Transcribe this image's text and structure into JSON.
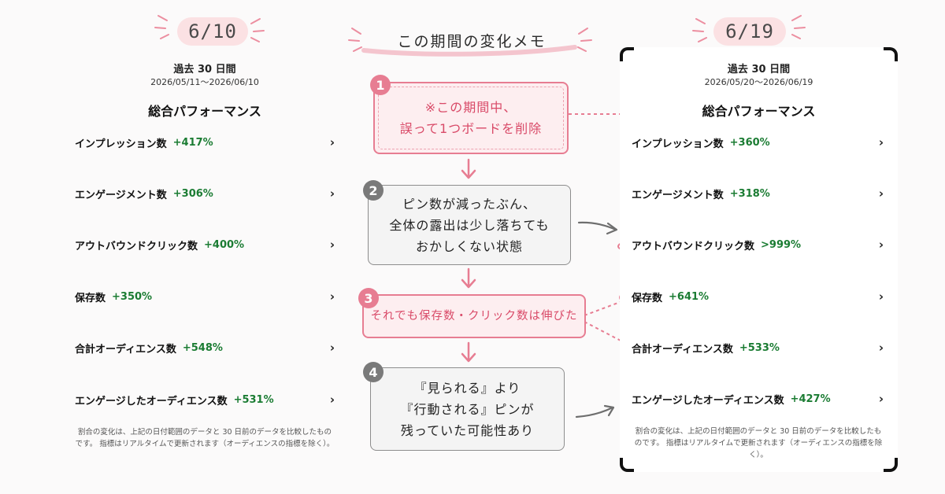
{
  "left": {
    "date_tag": "6/10",
    "range_label": "過去 30 日間",
    "range_dates": "2026/05/11～2026/06/10",
    "section_title": "総合パフォーマンス",
    "metrics": [
      {
        "name": "インプレッション数",
        "value": "+417%"
      },
      {
        "name": "エンゲージメント数",
        "value": "+306%"
      },
      {
        "name": "アウトバウンドクリック数",
        "value": "+400%"
      },
      {
        "name": "保存数",
        "value": "+350%"
      },
      {
        "name": "合計オーディエンス数",
        "value": "+548%"
      },
      {
        "name": "エンゲージしたオーディエンス数",
        "value": "+531%"
      }
    ],
    "footnote": "割合の変化は、上記の日付範囲のデータと 30 日前のデータを比較したものです。 指標はリアルタイムで更新されます（オーディエンスの指標を除く）。"
  },
  "right": {
    "date_tag": "6/19",
    "range_label": "過去 30 日間",
    "range_dates": "2026/05/20～2026/06/19",
    "section_title": "総合パフォーマンス",
    "metrics": [
      {
        "name": "インプレッション数",
        "value": "+360%"
      },
      {
        "name": "エンゲージメント数",
        "value": "+318%"
      },
      {
        "name": "アウトバウンドクリック数",
        "value": ">999%"
      },
      {
        "name": "保存数",
        "value": "+641%"
      },
      {
        "name": "合計オーディエンス数",
        "value": "+533%"
      },
      {
        "name": "エンゲージしたオーディエンス数",
        "value": "+427%"
      }
    ],
    "footnote": "割合の変化は、上記の日付範囲のデータと 30 日前のデータを比較したものです。 指標はリアルタイムで更新されます（オーディエンスの指標を除く）。"
  },
  "memo": {
    "title": "この期間の変化メモ",
    "steps": [
      {
        "number": "1",
        "text": "※この期間中、\n誤って1つボードを削除"
      },
      {
        "number": "2",
        "text": "ピン数が減ったぶん、\n全体の露出は少し落ちても\nおかしくない状態"
      },
      {
        "number": "3",
        "text": "それでも保存数・クリック数は伸びた"
      },
      {
        "number": "4",
        "text": "『見られる』より\n『行動される』ピンが\n残っていた可能性あり"
      }
    ]
  },
  "colors": {
    "accent_pink": "#e77d92",
    "positive_green": "#1b7c33",
    "gray_box": "#7a7a7a"
  }
}
